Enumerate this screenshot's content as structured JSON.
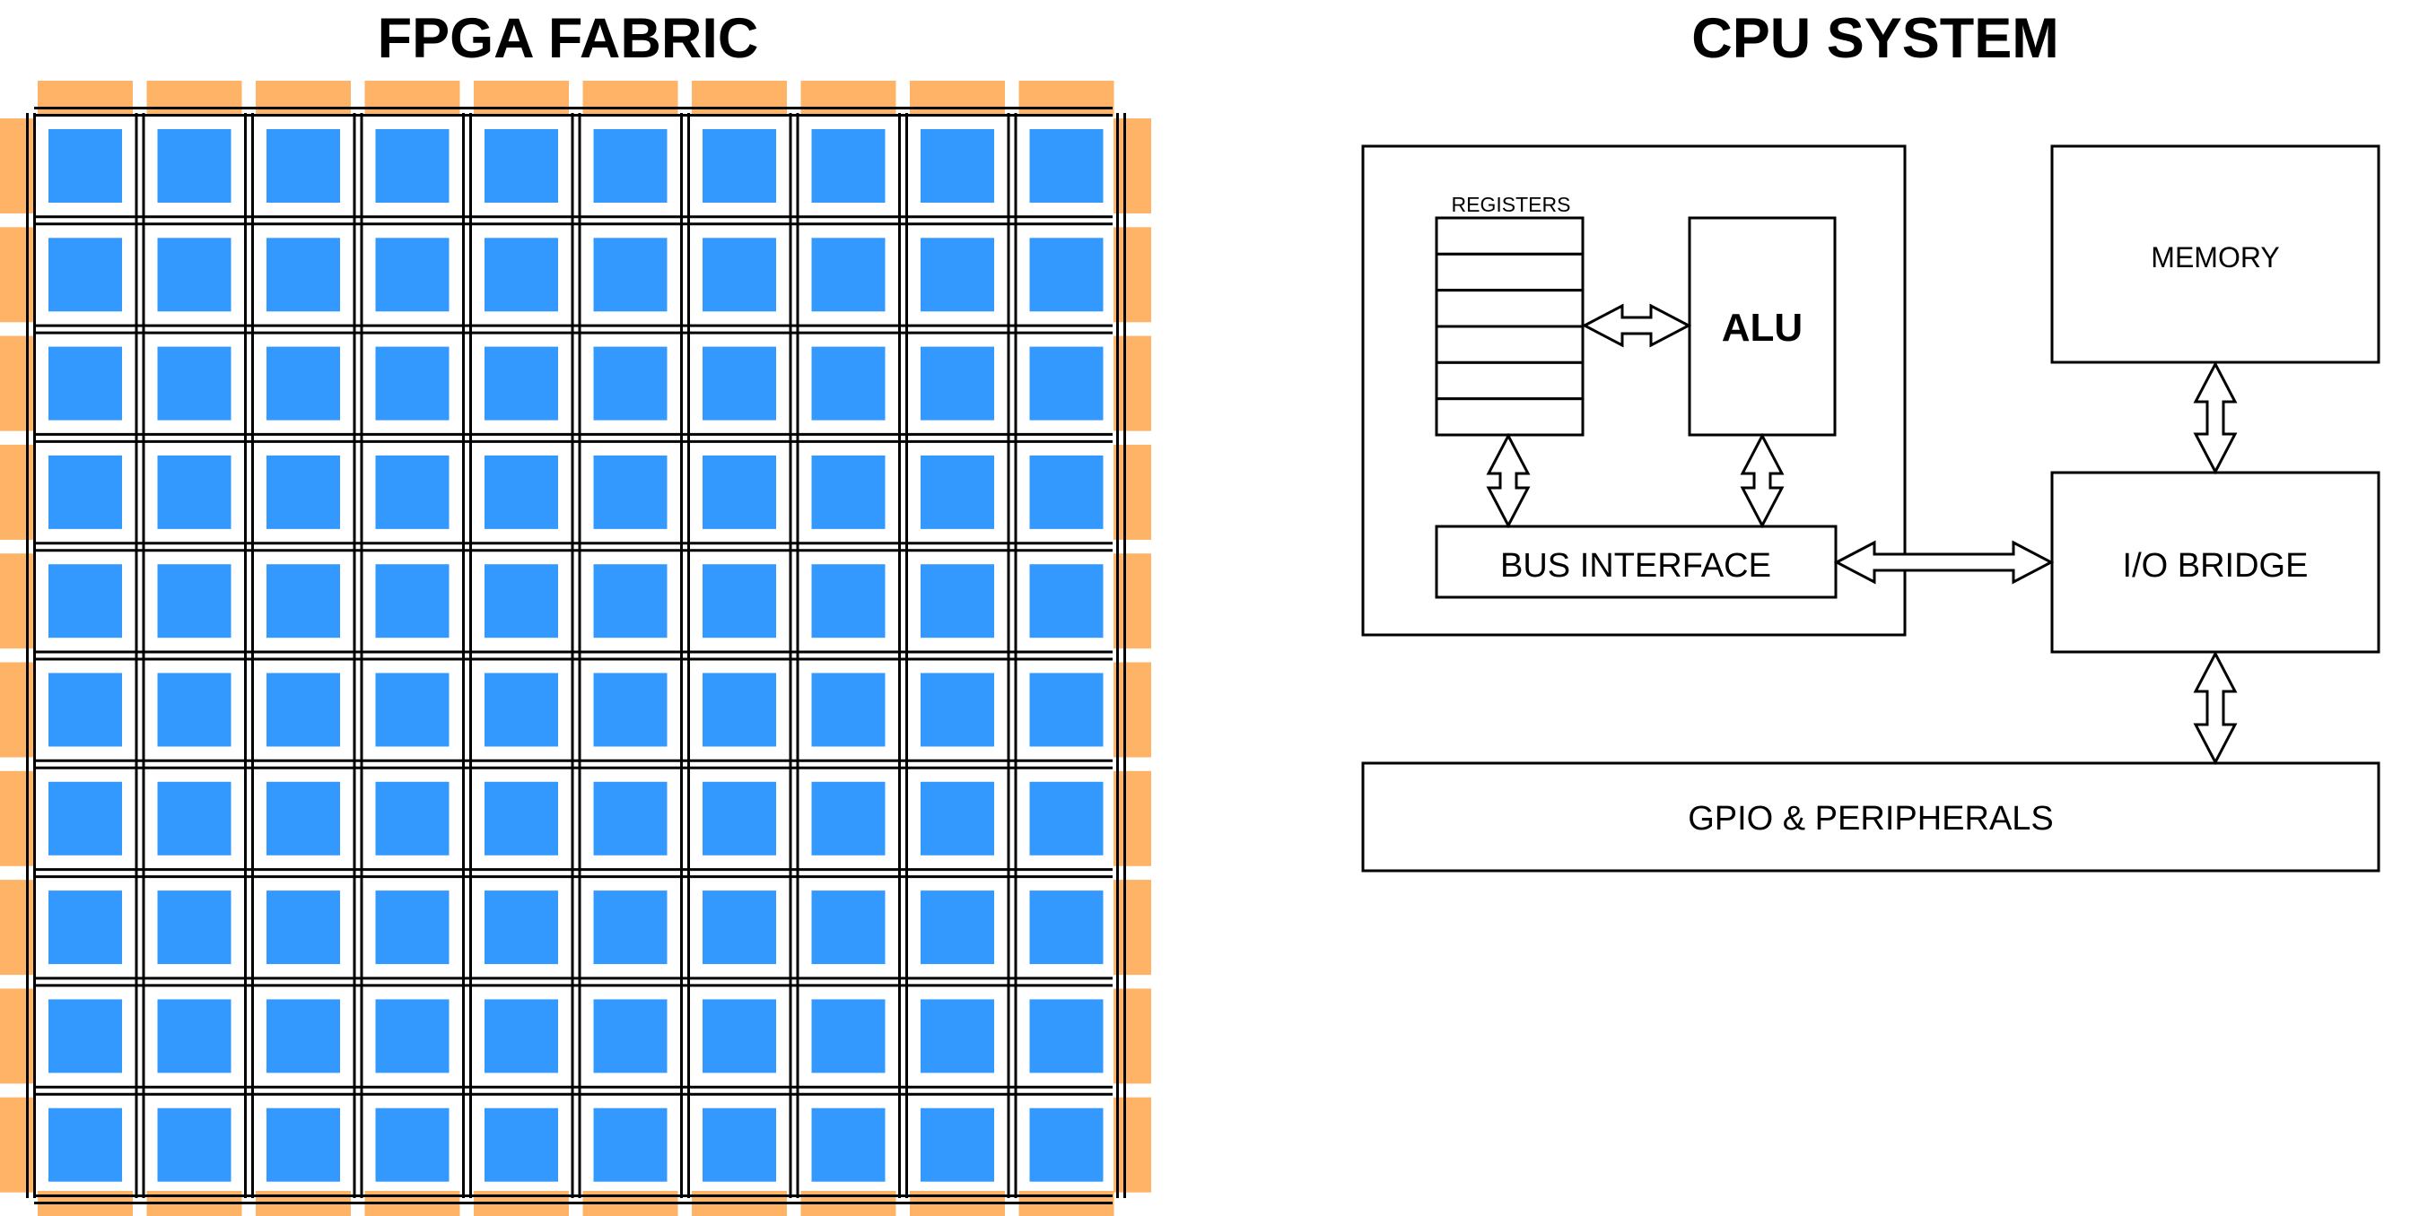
{
  "colors": {
    "io_pad": "#ffb366",
    "logic_block": "#3399ff",
    "routing_line": "#000000",
    "box_stroke": "#000000",
    "box_fill": "#ffffff"
  },
  "fpga": {
    "title": "FPGA FABRIC",
    "grid_rows": 10,
    "grid_cols": 10
  },
  "cpu": {
    "title": "CPU SYSTEM",
    "registers_label": "REGISTERS",
    "register_rows": 6,
    "alu_label": "ALU",
    "bus_interface_label": "BUS INTERFACE",
    "memory_label": "MEMORY",
    "io_bridge_label": "I/O BRIDGE",
    "gpio_label": "GPIO & PERIPHERALS"
  },
  "connections": [
    {
      "from": "registers",
      "to": "alu",
      "direction": "bidirectional"
    },
    {
      "from": "registers",
      "to": "bus-interface",
      "direction": "bidirectional"
    },
    {
      "from": "alu",
      "to": "bus-interface",
      "direction": "bidirectional"
    },
    {
      "from": "bus-interface",
      "to": "io-bridge",
      "direction": "bidirectional"
    },
    {
      "from": "memory",
      "to": "io-bridge",
      "direction": "bidirectional"
    },
    {
      "from": "io-bridge",
      "to": "gpio-peripherals",
      "direction": "bidirectional"
    }
  ]
}
